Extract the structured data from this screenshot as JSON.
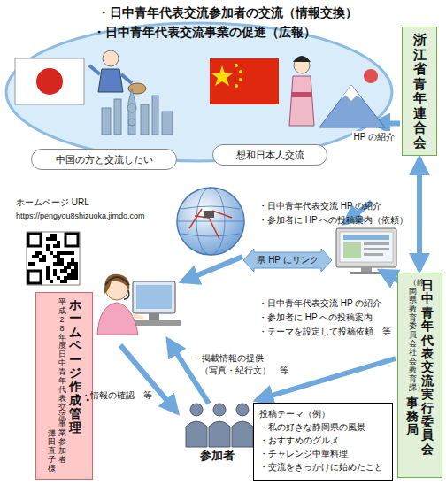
{
  "diagram": {
    "nodes": [
      {
        "text": [
          "・日中青年代表交流参加者の交流（情報交換）",
          "・日中青年代表交流事業の促進（広報）"
        ]
      },
      {
        "text": [
          "中国の方と交流したい"
        ]
      },
      {
        "text": [
          "想和日本人交流"
        ]
      },
      {
        "text": [
          "浙江省青年連合会"
        ]
      },
      {
        "text": [
          "県 HP にリンク"
        ]
      },
      {
        "text": [
          "ホームページ作成・管理",
          "平成28年度日中青年代表交流事業参加者",
          "澤田直子 様"
        ]
      },
      {
        "text": [
          "日中青年代表交流実行委員会",
          "（静岡県教育委員会 社会教育課）",
          "事務局"
        ]
      },
      {
        "text": [
          "投稿テーマ（例）",
          "・私の好きな静岡県の風景",
          "・おすすめのグルメ",
          "・チャレンジ中華料理",
          "・交流をきっかけに始めたこと"
        ]
      }
    ],
    "edges": [
      {
        "from": 3,
        "to": 0,
        "arrow": "to",
        "label": "HP の紹介"
      },
      {
        "from": 6,
        "to": 3,
        "arrow": "both"
      }
    ],
    "labels": [
      "ホームページ URL",
      "https://pengyou8shizuoka.jimdo.com",
      "・日中青年代表交流 HP の紹介",
      "・参加者に HP への投稿案内（依頼）",
      "・日中青年代表交流 HP の紹介",
      "・参加者に HP への投稿案内",
      "・テーマを設定して投稿依頼　等",
      "・掲載情報の提供",
      "（写真・紀行文）　等",
      "・情報の確認　等",
      "参加者"
    ]
  }
}
